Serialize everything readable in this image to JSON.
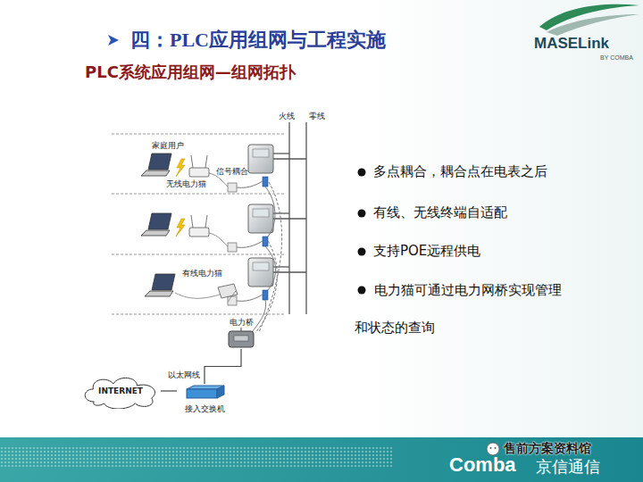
{
  "diagram": {
    "title": "四：PLC应用组网与工程实施",
    "nodes": [
      {
        "text": [
          "INTERNET"
        ]
      },
      {
        "text": [
          "接入交换机"
        ]
      },
      {
        "text": [
          "电力桥"
        ]
      }
    ],
    "edges": [
      {
        "from": 0,
        "to": 1,
        "arrow": "none"
      },
      {
        "from": 2,
        "to": 1,
        "label": "以太网线",
        "arrow": "none"
      }
    ],
    "labels": [
      "PLC系统应用组网—组网拓扑",
      "火线",
      "零线",
      "家庭用户",
      "无线电力猫",
      "信号耦合",
      "有线电力猫",
      "多点耦合，耦合点在电表之后",
      "有线、无线终端自适配",
      "支持POE远程供电",
      "电力猫可通过电力网桥实现管理 和状态的查询",
      "MASELink",
      "BY COMBA",
      "售前方案资料馆",
      "Comba",
      "京信通信"
    ]
  }
}
